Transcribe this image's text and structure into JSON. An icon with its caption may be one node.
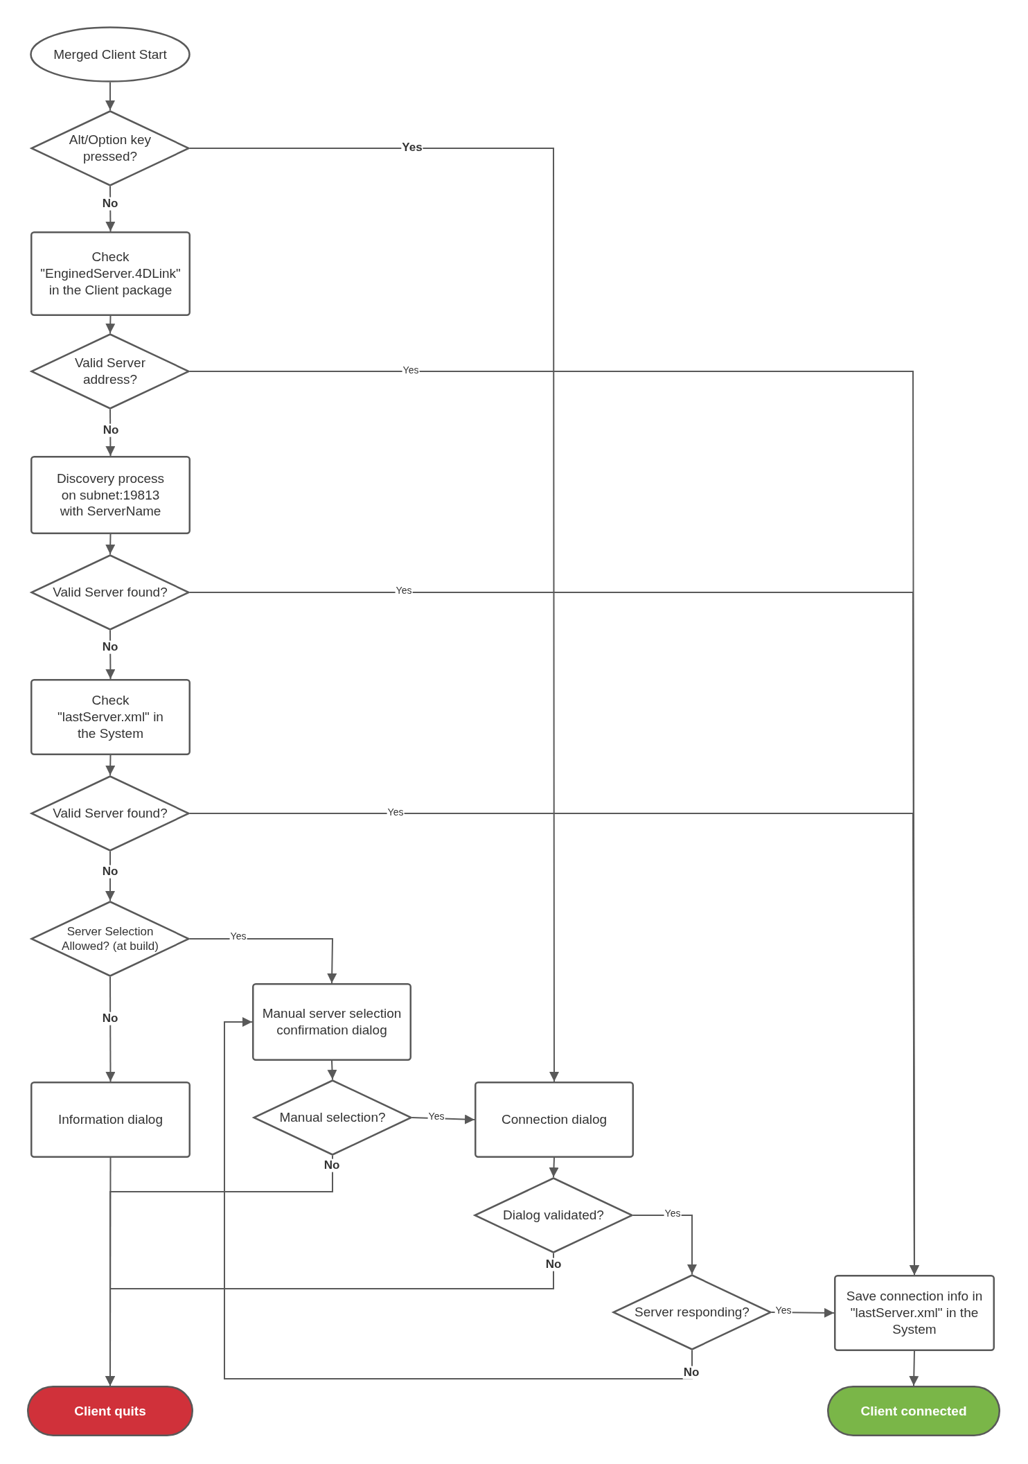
{
  "diagram": {
    "nodes": [
      {
        "text": [
          "Merged Client Start"
        ]
      },
      {
        "text": [
          "Alt/Option key pressed?"
        ]
      },
      {
        "text": [
          "Check \"EnginedServer.4DLink\" in the Client package"
        ]
      },
      {
        "text": [
          "Valid Server address?"
        ]
      },
      {
        "text": [
          "Discovery process on subnet:19813 with ServerName"
        ]
      },
      {
        "text": [
          "Valid Server found?"
        ]
      },
      {
        "text": [
          "Check \"lastServer.xml\" in the System"
        ]
      },
      {
        "text": [
          "Valid Server found?"
        ]
      },
      {
        "text": [
          "Server Selection Allowed? (at build)"
        ]
      },
      {
        "text": [
          "Manual server selection confirmation dialog"
        ]
      },
      {
        "text": [
          "Information dialog"
        ]
      },
      {
        "text": [
          "Manual selection?"
        ]
      },
      {
        "text": [
          "Connection dialog"
        ]
      },
      {
        "text": [
          "Dialog validated?"
        ]
      },
      {
        "text": [
          "Server responding?"
        ]
      },
      {
        "text": [
          "Save connection info in \"lastServer.xml\" in the System"
        ]
      },
      {
        "text": [
          "Client quits"
        ]
      },
      {
        "text": [
          "Client connected"
        ]
      }
    ],
    "edges": [
      {
        "from": 0,
        "to": 1,
        "arrow": "to"
      },
      {
        "from": 1,
        "to": 12,
        "arrow": "to",
        "label": "Yes"
      },
      {
        "from": 1,
        "to": 2,
        "arrow": "to",
        "label": "No"
      },
      {
        "from": 2,
        "to": 3,
        "arrow": "to"
      },
      {
        "from": 3,
        "to": 15,
        "arrow": "to",
        "label": "Yes"
      },
      {
        "from": 3,
        "to": 4,
        "arrow": "to",
        "label": "No"
      },
      {
        "from": 4,
        "to": 5,
        "arrow": "to"
      },
      {
        "from": 5,
        "to": 15,
        "arrow": "to",
        "label": "Yes"
      },
      {
        "from": 5,
        "to": 6,
        "arrow": "to",
        "label": "No"
      },
      {
        "from": 6,
        "to": 7,
        "arrow": "to"
      },
      {
        "from": 7,
        "to": 15,
        "arrow": "to",
        "label": "Yes"
      },
      {
        "from": 7,
        "to": 8,
        "arrow": "to",
        "label": "No"
      },
      {
        "from": 8,
        "to": 9,
        "arrow": "to",
        "label": "Yes"
      },
      {
        "from": 8,
        "to": 10,
        "arrow": "to",
        "label": "No"
      },
      {
        "from": 9,
        "to": 11,
        "arrow": "to"
      },
      {
        "from": 11,
        "to": 12,
        "arrow": "to",
        "label": "Yes"
      },
      {
        "from": 11,
        "to": 16,
        "arrow": "to",
        "label": "No"
      },
      {
        "from": 10,
        "to": 16,
        "arrow": "to"
      },
      {
        "from": 12,
        "to": 13,
        "arrow": "to"
      },
      {
        "from": 13,
        "to": 14,
        "arrow": "to",
        "label": "Yes"
      },
      {
        "from": 13,
        "to": 16,
        "arrow": "to",
        "label": "No"
      },
      {
        "from": 14,
        "to": 15,
        "arrow": "to",
        "label": "Yes"
      },
      {
        "from": 14,
        "to": 9,
        "arrow": "to",
        "label": "No"
      },
      {
        "from": 15,
        "to": 17,
        "arrow": "to"
      }
    ]
  }
}
